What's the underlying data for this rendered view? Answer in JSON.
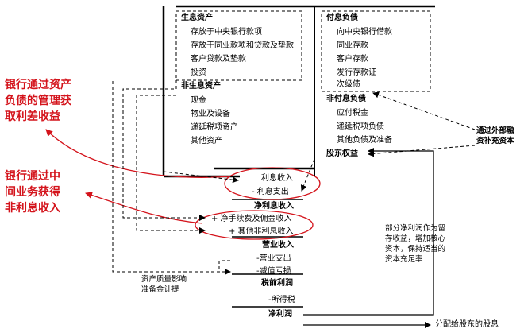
{
  "assets": {
    "interest_header": "生息资产",
    "interest_items": [
      "存放于中央银行款项",
      "存放于同业款项和贷款及垫款",
      "客户贷款及垫款",
      "投资"
    ],
    "noninterest_header": "非生息资产",
    "noninterest_items": [
      "现金",
      "物业及设备",
      "递延税项资产",
      "其他资产"
    ]
  },
  "liabilities": {
    "interest_header": "付息负债",
    "interest_items": [
      "向中央银行借款",
      "同业存款",
      "客户存款",
      "发行存款证",
      "次级债"
    ],
    "noninterest_header": "非付息负债",
    "noninterest_items": [
      "应付税金",
      "递延税项负债",
      "其他负债及准备"
    ],
    "equity": "股东权益"
  },
  "income": {
    "interest_income": "利息收入",
    "interest_expense": "- 利息支出",
    "net_interest_income": "净利息收入",
    "fee_income": "+ 净手续费及佣金收入",
    "other_income": "+ 其他非利息收入",
    "operating_income": "营业收入",
    "operating_expense": "-营业支出",
    "impairment": "-减值亏损",
    "pretax_profit": "税前利润",
    "income_tax": "-所得税",
    "net_profit": "净利润"
  },
  "annotations": {
    "spread_income": "银行通过资产\n负债的管理获\n取利差收益",
    "nonint_income": "银行通过中\n间业务获得\n非利息收入",
    "external_capital": "通过外部融\n资补充资本",
    "retained_earnings": "部分净利润作为留\n存收益，增加核心\n资本，保持适当的\n资本充足率",
    "provision_note": "资产质量影响\n准备金计提",
    "dividends": "分配给股东的股息"
  },
  "colors": {
    "accent_red": "#d4141c",
    "line": "#000000"
  }
}
